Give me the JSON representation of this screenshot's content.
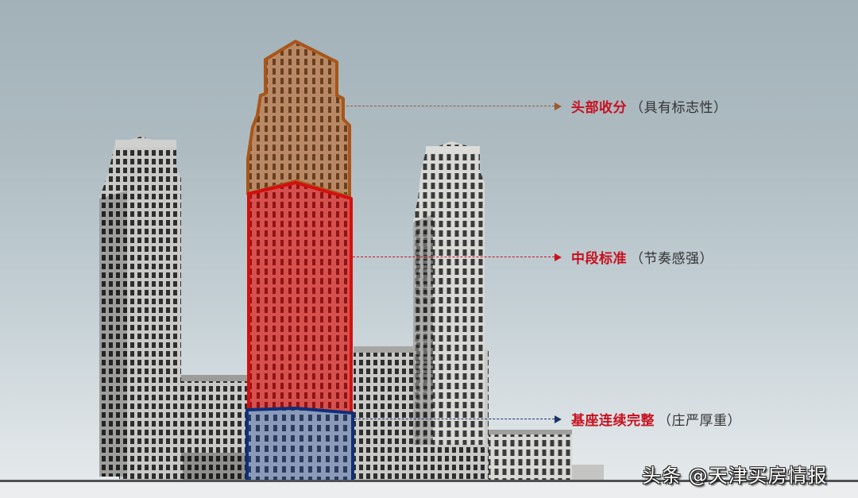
{
  "diagram": {
    "type": "annotated-architecture-rendering",
    "subject": "tower facade divided into three vertical segments",
    "colors": {
      "head": "#a8561a",
      "middle": "#cc1010",
      "base": "#0e2f7a",
      "label_red": "#c8101e",
      "subtitle": "#333333"
    }
  },
  "callouts": [
    {
      "id": "head",
      "title": "头部收分",
      "subtitle": "（具有标志性）",
      "line_color": "#9a5a2a",
      "arrow_color": "#9a5a2a"
    },
    {
      "id": "middle",
      "title": "中段标准",
      "subtitle": "（节奏感强）",
      "line_color": "#c8101e",
      "arrow_color": "#c8101e"
    },
    {
      "id": "base",
      "title": "基座连续完整",
      "subtitle": "（庄严厚重）",
      "line_color": "#1d3566",
      "arrow_color": "#1d3566"
    }
  ],
  "watermark": {
    "text": "头条 @天津买房情报"
  }
}
